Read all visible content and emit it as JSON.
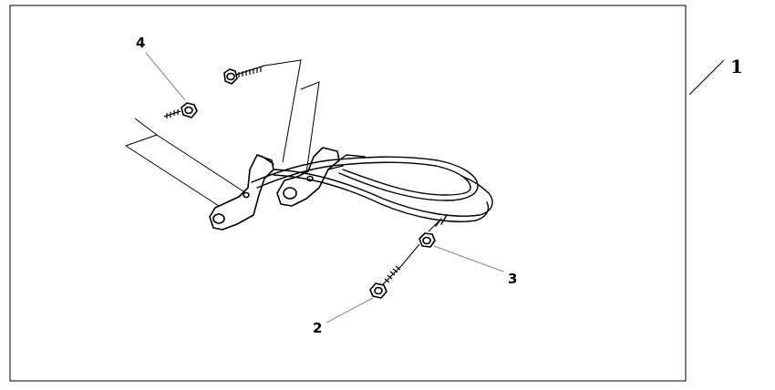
{
  "callouts": {
    "assembly": "1",
    "bolt_lower": "2",
    "nut": "3",
    "bolt_upper": "4"
  }
}
